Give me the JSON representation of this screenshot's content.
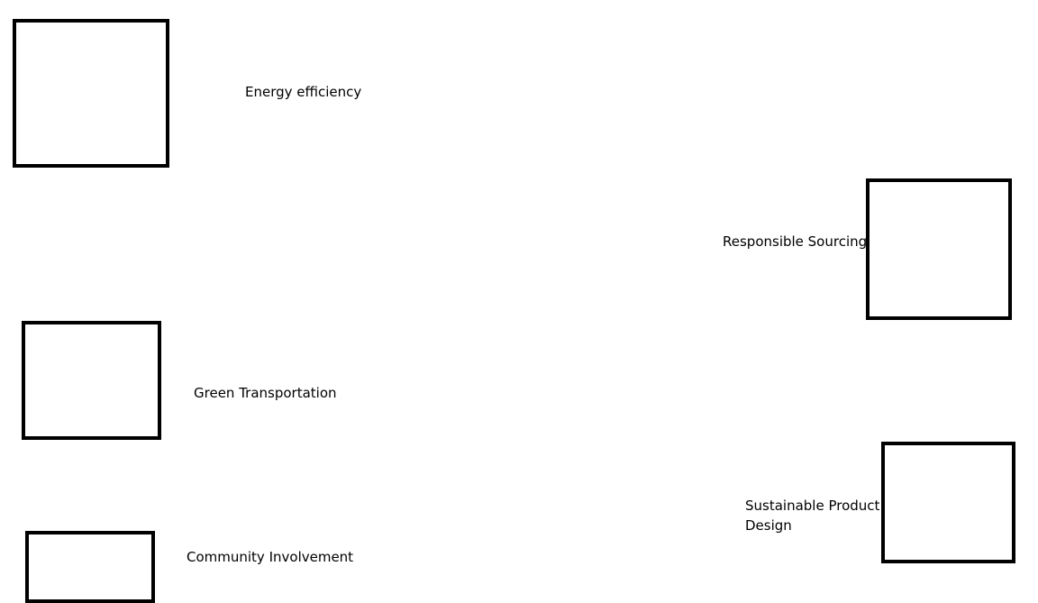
{
  "items": [
    {
      "label": "Energy efficiency"
    },
    {
      "label": "Responsible Sourcing"
    },
    {
      "label": "Green Transportation"
    },
    {
      "label": "Sustainable Product Design"
    },
    {
      "label": "Community Involvement"
    }
  ],
  "colors": {
    "background": "#ffffff",
    "stroke": "#000000",
    "text": "#000000"
  }
}
